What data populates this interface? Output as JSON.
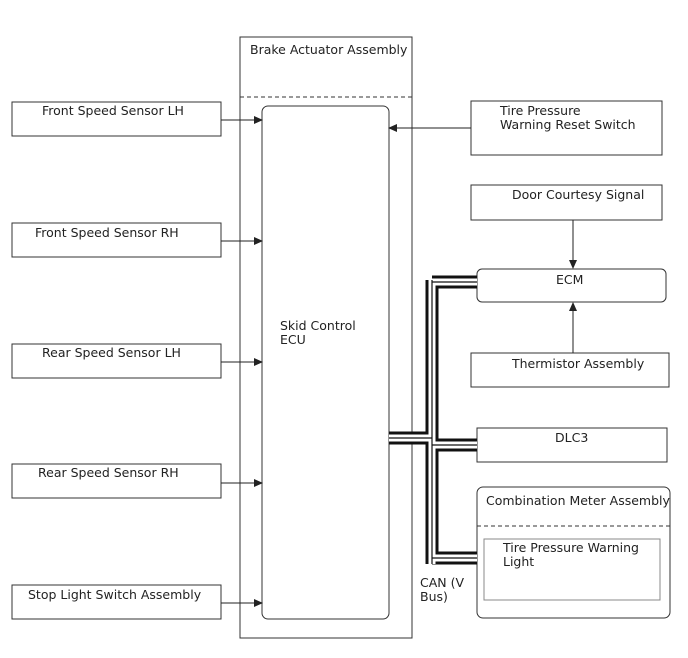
{
  "actuator": {
    "title": "Brake Actuator Assembly"
  },
  "ecu": {
    "line1": "Skid Control",
    "line2": "ECU"
  },
  "sensors": [
    {
      "label": "Front Speed Sensor LH"
    },
    {
      "label": "Front Speed Sensor RH"
    },
    {
      "label": "Rear Speed Sensor LH"
    },
    {
      "label": "Rear Speed Sensor RH"
    },
    {
      "label": "Stop Light Switch Assembly"
    }
  ],
  "tire_reset": {
    "line1": "Tire Pressure",
    "line2": "Warning Reset Switch"
  },
  "door": {
    "label": "Door Courtesy Signal"
  },
  "ecm": {
    "label": "ECM"
  },
  "thermistor": {
    "label": "Thermistor Assembly"
  },
  "dlc3": {
    "label": "DLC3"
  },
  "meter": {
    "title": "Combination Meter Assembly",
    "light_line1": "Tire Pressure Warning",
    "light_line2": "Light"
  },
  "can": {
    "line1": "CAN (V",
    "line2": "Bus)"
  }
}
